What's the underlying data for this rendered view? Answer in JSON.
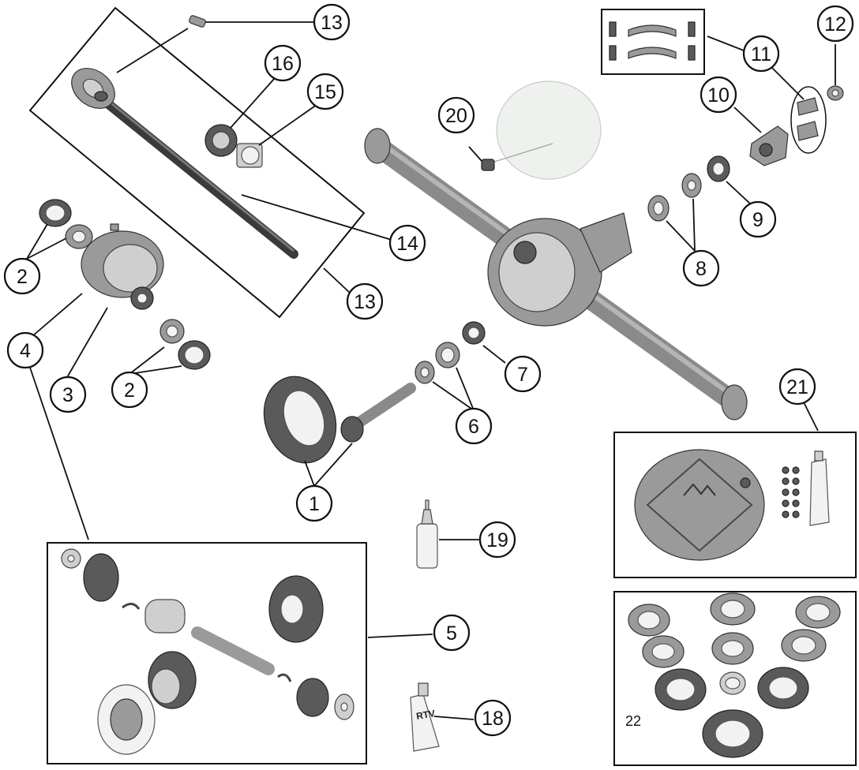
{
  "diagram": {
    "callouts": [
      {
        "id": "c13a",
        "label": "13"
      },
      {
        "id": "c16",
        "label": "16"
      },
      {
        "id": "c15",
        "label": "15"
      },
      {
        "id": "c14",
        "label": "14"
      },
      {
        "id": "c13b",
        "label": "13"
      },
      {
        "id": "c2a",
        "label": "2"
      },
      {
        "id": "c4",
        "label": "4"
      },
      {
        "id": "c3",
        "label": "3"
      },
      {
        "id": "c2b",
        "label": "2"
      },
      {
        "id": "c20",
        "label": "20"
      },
      {
        "id": "c11",
        "label": "11"
      },
      {
        "id": "c12",
        "label": "12"
      },
      {
        "id": "c10",
        "label": "10"
      },
      {
        "id": "c9",
        "label": "9"
      },
      {
        "id": "c8",
        "label": "8"
      },
      {
        "id": "c7",
        "label": "7"
      },
      {
        "id": "c6",
        "label": "6"
      },
      {
        "id": "c1",
        "label": "1"
      },
      {
        "id": "c21",
        "label": "21"
      },
      {
        "id": "c19",
        "label": "19"
      },
      {
        "id": "c5",
        "label": "5"
      },
      {
        "id": "c18",
        "label": "18"
      }
    ],
    "kit_label": "22",
    "tube_label": "RTV"
  }
}
